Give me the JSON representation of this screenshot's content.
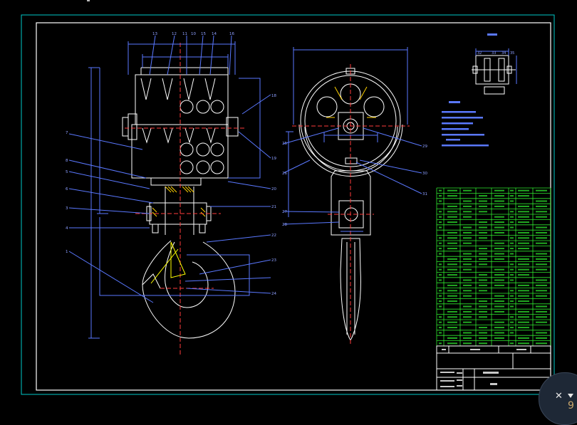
{
  "drawing": {
    "balloons_top": [
      "13",
      "12",
      "11",
      "10",
      "15",
      "14",
      "16"
    ],
    "balloons_left": [
      "7",
      "8",
      "5",
      "6",
      "3",
      "4",
      "1"
    ],
    "balloons_right": [
      "18",
      "19",
      "20",
      "21",
      "22",
      "23",
      "24"
    ],
    "side_view_balloons": [
      "25",
      "26",
      "27",
      "28",
      "29",
      "30",
      "31"
    ],
    "detail_balloons": [
      "32",
      "33",
      "34",
      "35"
    ]
  },
  "viewer": {
    "close_glyph": "✕",
    "count": "9"
  },
  "colors": {
    "background": "#000000",
    "frame": "#ffffff",
    "outer_border": "#00c8c8",
    "part_lines": "#ffffff",
    "center_lines": "#ff3c3c",
    "dimensions": "#5a78ff",
    "table_grid": "#2ee62e",
    "hatch": "#ffd200",
    "hook_marks": "#ffff00"
  }
}
